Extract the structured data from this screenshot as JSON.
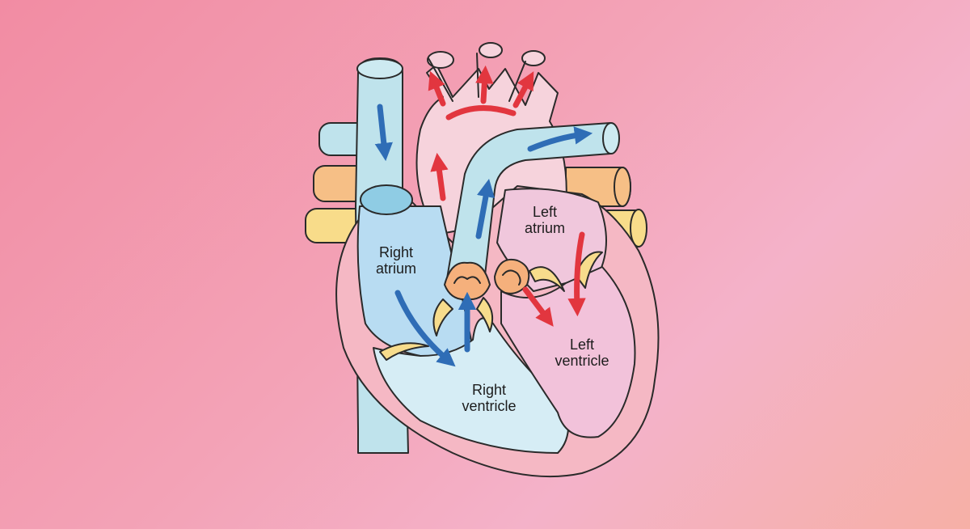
{
  "diagram": {
    "labels": {
      "right_atrium": [
        "Right",
        "atrium"
      ],
      "right_ventricle": [
        "Right",
        "ventricle"
      ],
      "left_atrium": [
        "Left",
        "atrium"
      ],
      "left_ventricle": [
        "Left",
        "ventricle"
      ]
    },
    "colors": {
      "background_start": "#f28ca3",
      "background_end": "#f6b0a6",
      "deoxygenated_vessel": "#bfe3ec",
      "deoxygenated_chamber": "#b8dcf2",
      "oxygenated_vessel": "#f6d3dc",
      "oxygenated_chamber": "#f0c7dc",
      "heart_wall": "#f5b8c4",
      "blue_arrow": "#2f6db6",
      "red_arrow": "#e2363f",
      "valve": "#f5b07c",
      "leaflet": "#f7dc8c",
      "pulmonary_vein_orange": "#f6bf86",
      "pulmonary_vein_yellow": "#f8dc8a"
    }
  }
}
